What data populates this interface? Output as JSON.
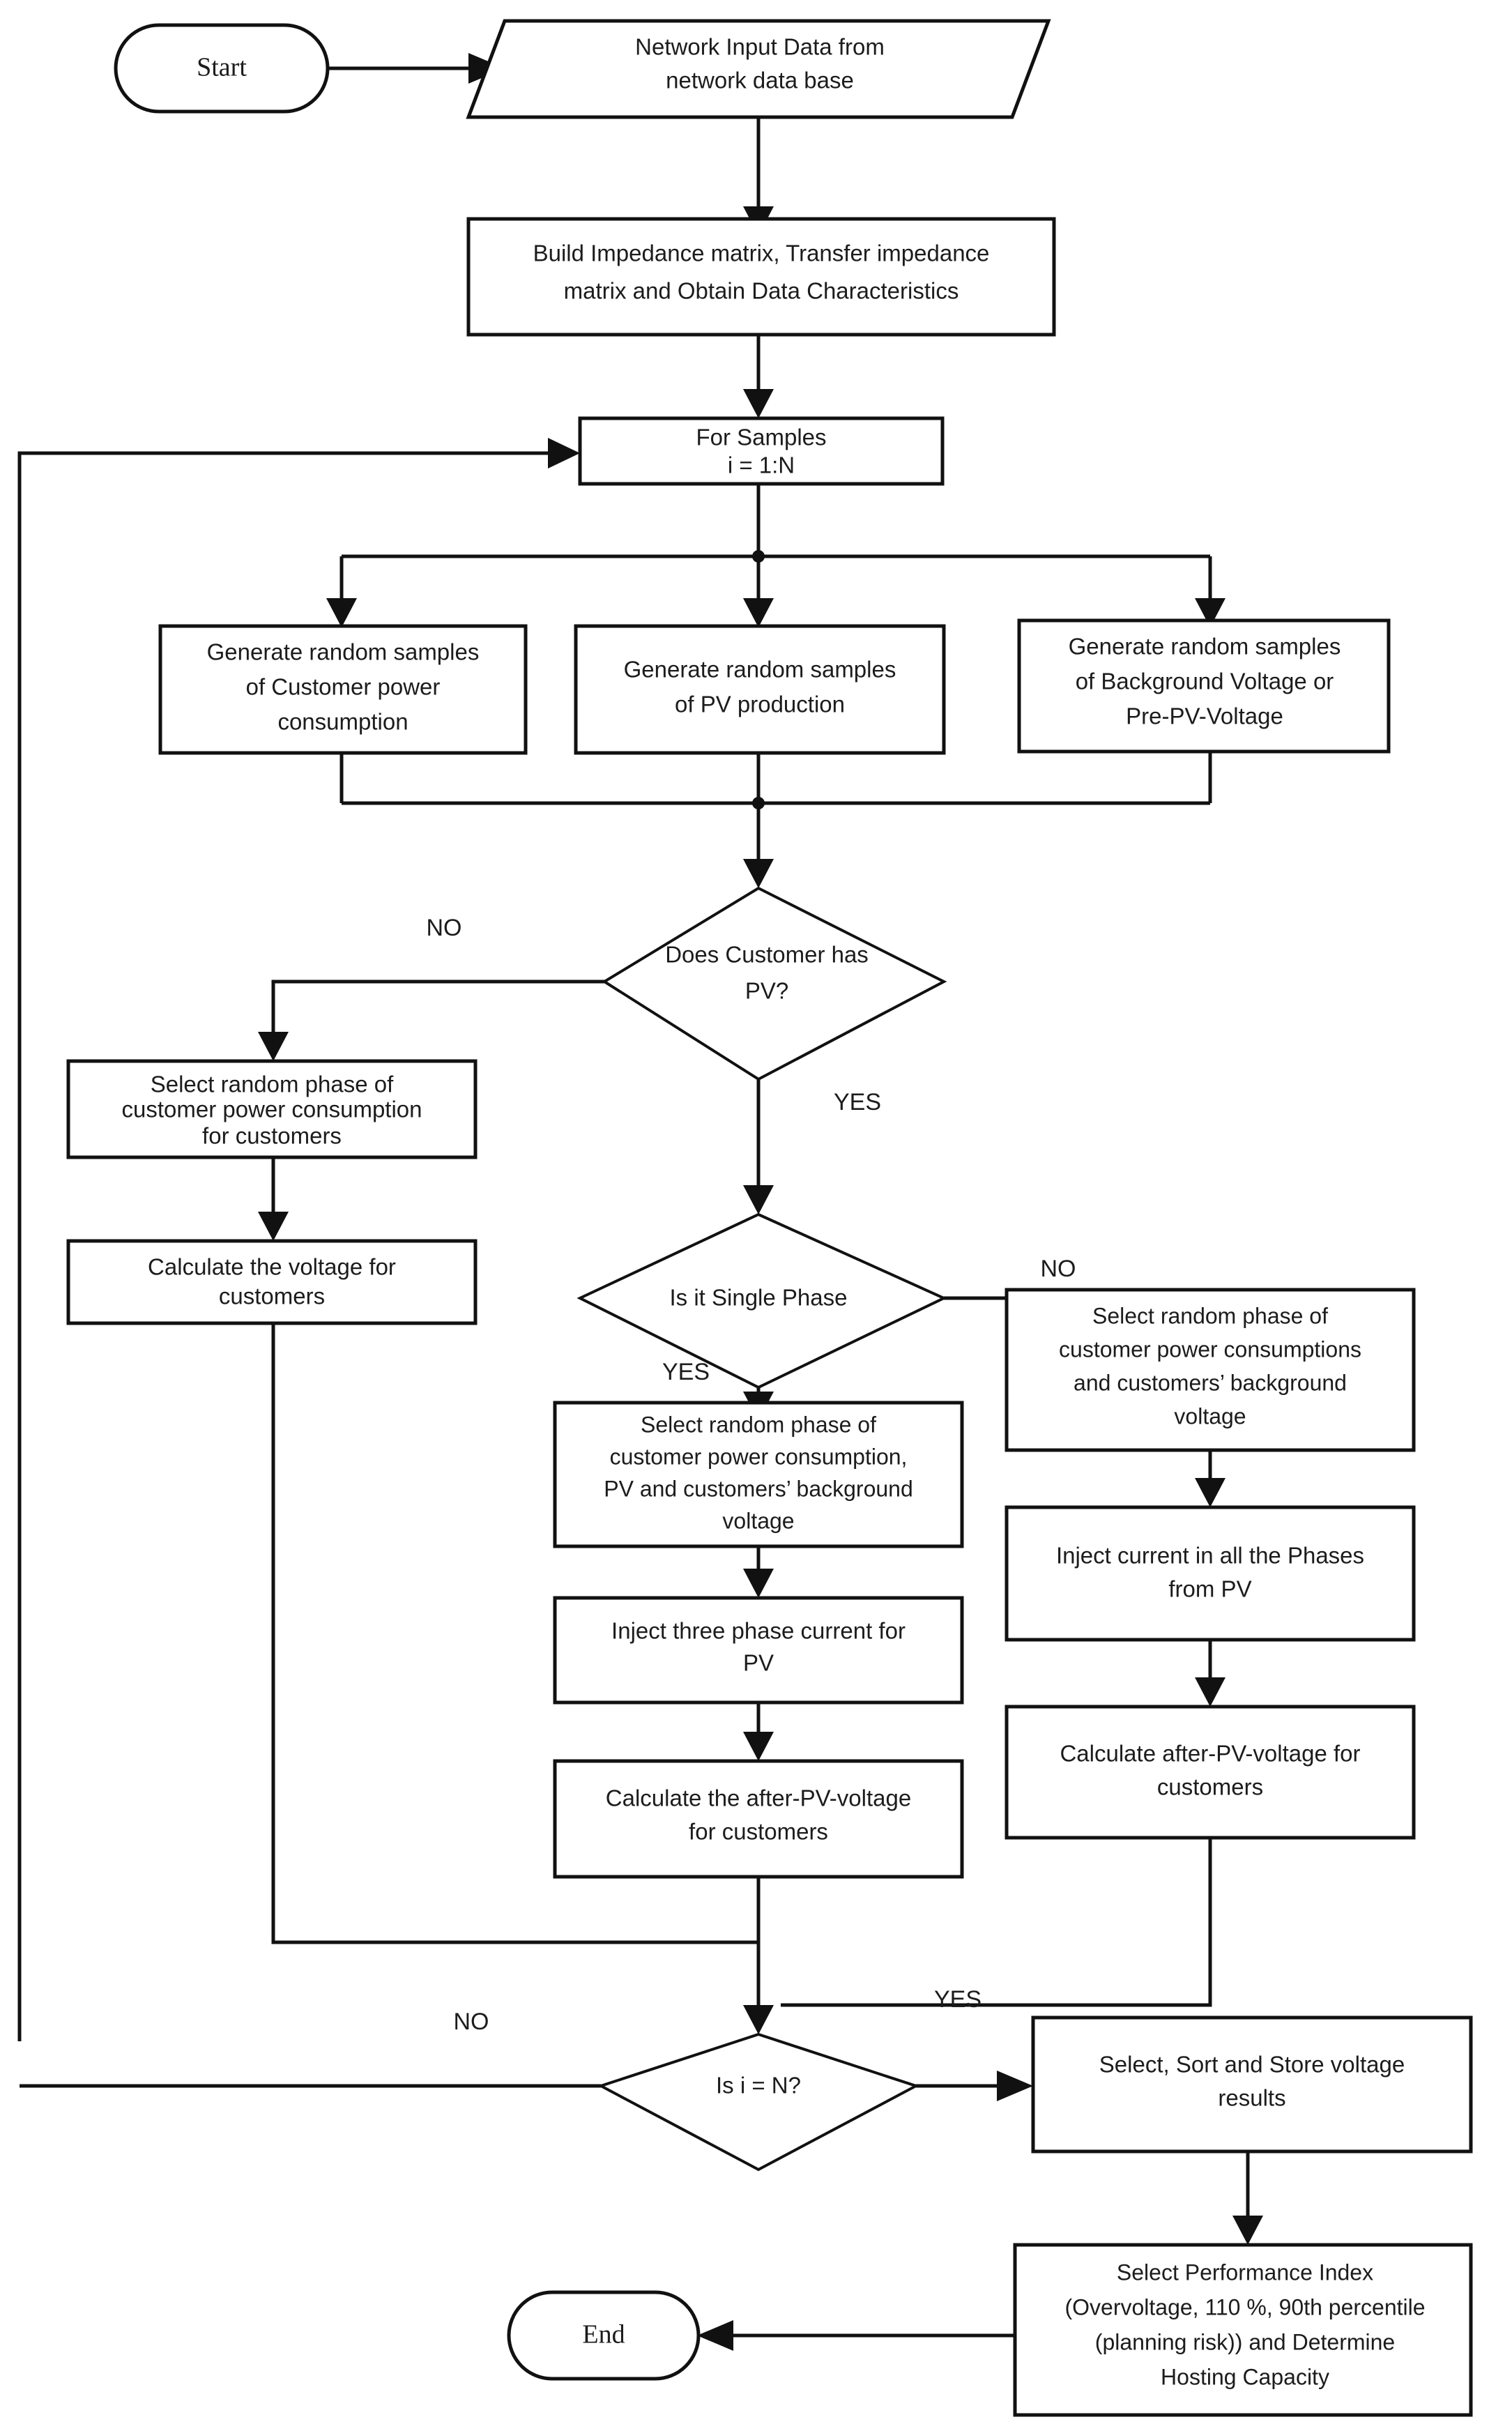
{
  "diagram": {
    "title": "PV Hosting Capacity Monte-Carlo Assessment Flowchart",
    "background_color": "#ffffff",
    "line_color": "#111111",
    "text_color": "#1c1c1c"
  },
  "nodes": {
    "start": {
      "label": "Start",
      "type": "terminator"
    },
    "input_data": {
      "line1": "Network Input Data from",
      "line2": "network data base",
      "type": "data-parallelogram"
    },
    "build_matrix": {
      "line1": "Build Impedance matrix, Transfer impedance",
      "line2": "matrix and Obtain Data Characteristics",
      "type": "process"
    },
    "for_samples": {
      "line1": "For Samples",
      "line2": "i = 1:N",
      "type": "process"
    },
    "gen_consumption": {
      "line1": "Generate random samples",
      "line2": "of Customer power",
      "line3": "consumption",
      "type": "process"
    },
    "gen_pv": {
      "line1": "Generate random samples",
      "line2": "of PV production",
      "type": "process"
    },
    "gen_background": {
      "line1": "Generate random samples",
      "line2": "of Background Voltage or",
      "line3": "Pre-PV-Voltage",
      "type": "process"
    },
    "has_pv": {
      "line1": "Does Customer has",
      "line2": "PV?",
      "type": "decision"
    },
    "select_phase_no_pv": {
      "line1": "Select random phase of",
      "line2": "customer power consumption",
      "line3": "for customers",
      "type": "process"
    },
    "calc_voltage": {
      "line1": "Calculate the voltage for",
      "line2": "customers",
      "type": "process"
    },
    "single_phase": {
      "line1": "Is it Single Phase",
      "type": "decision"
    },
    "select_phase_single": {
      "line1": "Select random phase of",
      "line2": "customer power consumption,",
      "line3": "PV and customers’ background",
      "line4": "voltage",
      "type": "process"
    },
    "inject_three_phase": {
      "line1": "Inject three phase current for",
      "line2": "PV",
      "type": "process"
    },
    "calc_after_pv_single": {
      "line1": "Calculate the after-PV-voltage",
      "line2": "for customers",
      "type": "process"
    },
    "select_phase_three": {
      "line1": "Select random phase of",
      "line2": "customer power consumptions",
      "line3": "and customers’ background",
      "line4": "voltage",
      "type": "process"
    },
    "inject_all_phases": {
      "line1": "Inject current in all the Phases",
      "line2": "from PV",
      "type": "process"
    },
    "calc_after_pv_three": {
      "line1": "Calculate after-PV-voltage for",
      "line2": "customers",
      "type": "process"
    },
    "is_i_n": {
      "line1": "Is i = N?",
      "type": "decision"
    },
    "store_results": {
      "line1": "Select, Sort and Store voltage",
      "line2": "results",
      "type": "process"
    },
    "performance_index": {
      "line1": "Select Performance Index",
      "line2": "(Overvoltage, 110 %, 90th percentile",
      "line3": "(planning risk)) and Determine",
      "line4": "Hosting Capacity",
      "type": "process"
    },
    "end": {
      "label": "End",
      "type": "terminator"
    }
  },
  "edge_labels": {
    "has_pv_no": "NO",
    "has_pv_yes": "YES",
    "single_phase_yes": "YES",
    "single_phase_no": "NO",
    "is_i_n_no": "NO",
    "is_i_n_yes": "YES"
  }
}
